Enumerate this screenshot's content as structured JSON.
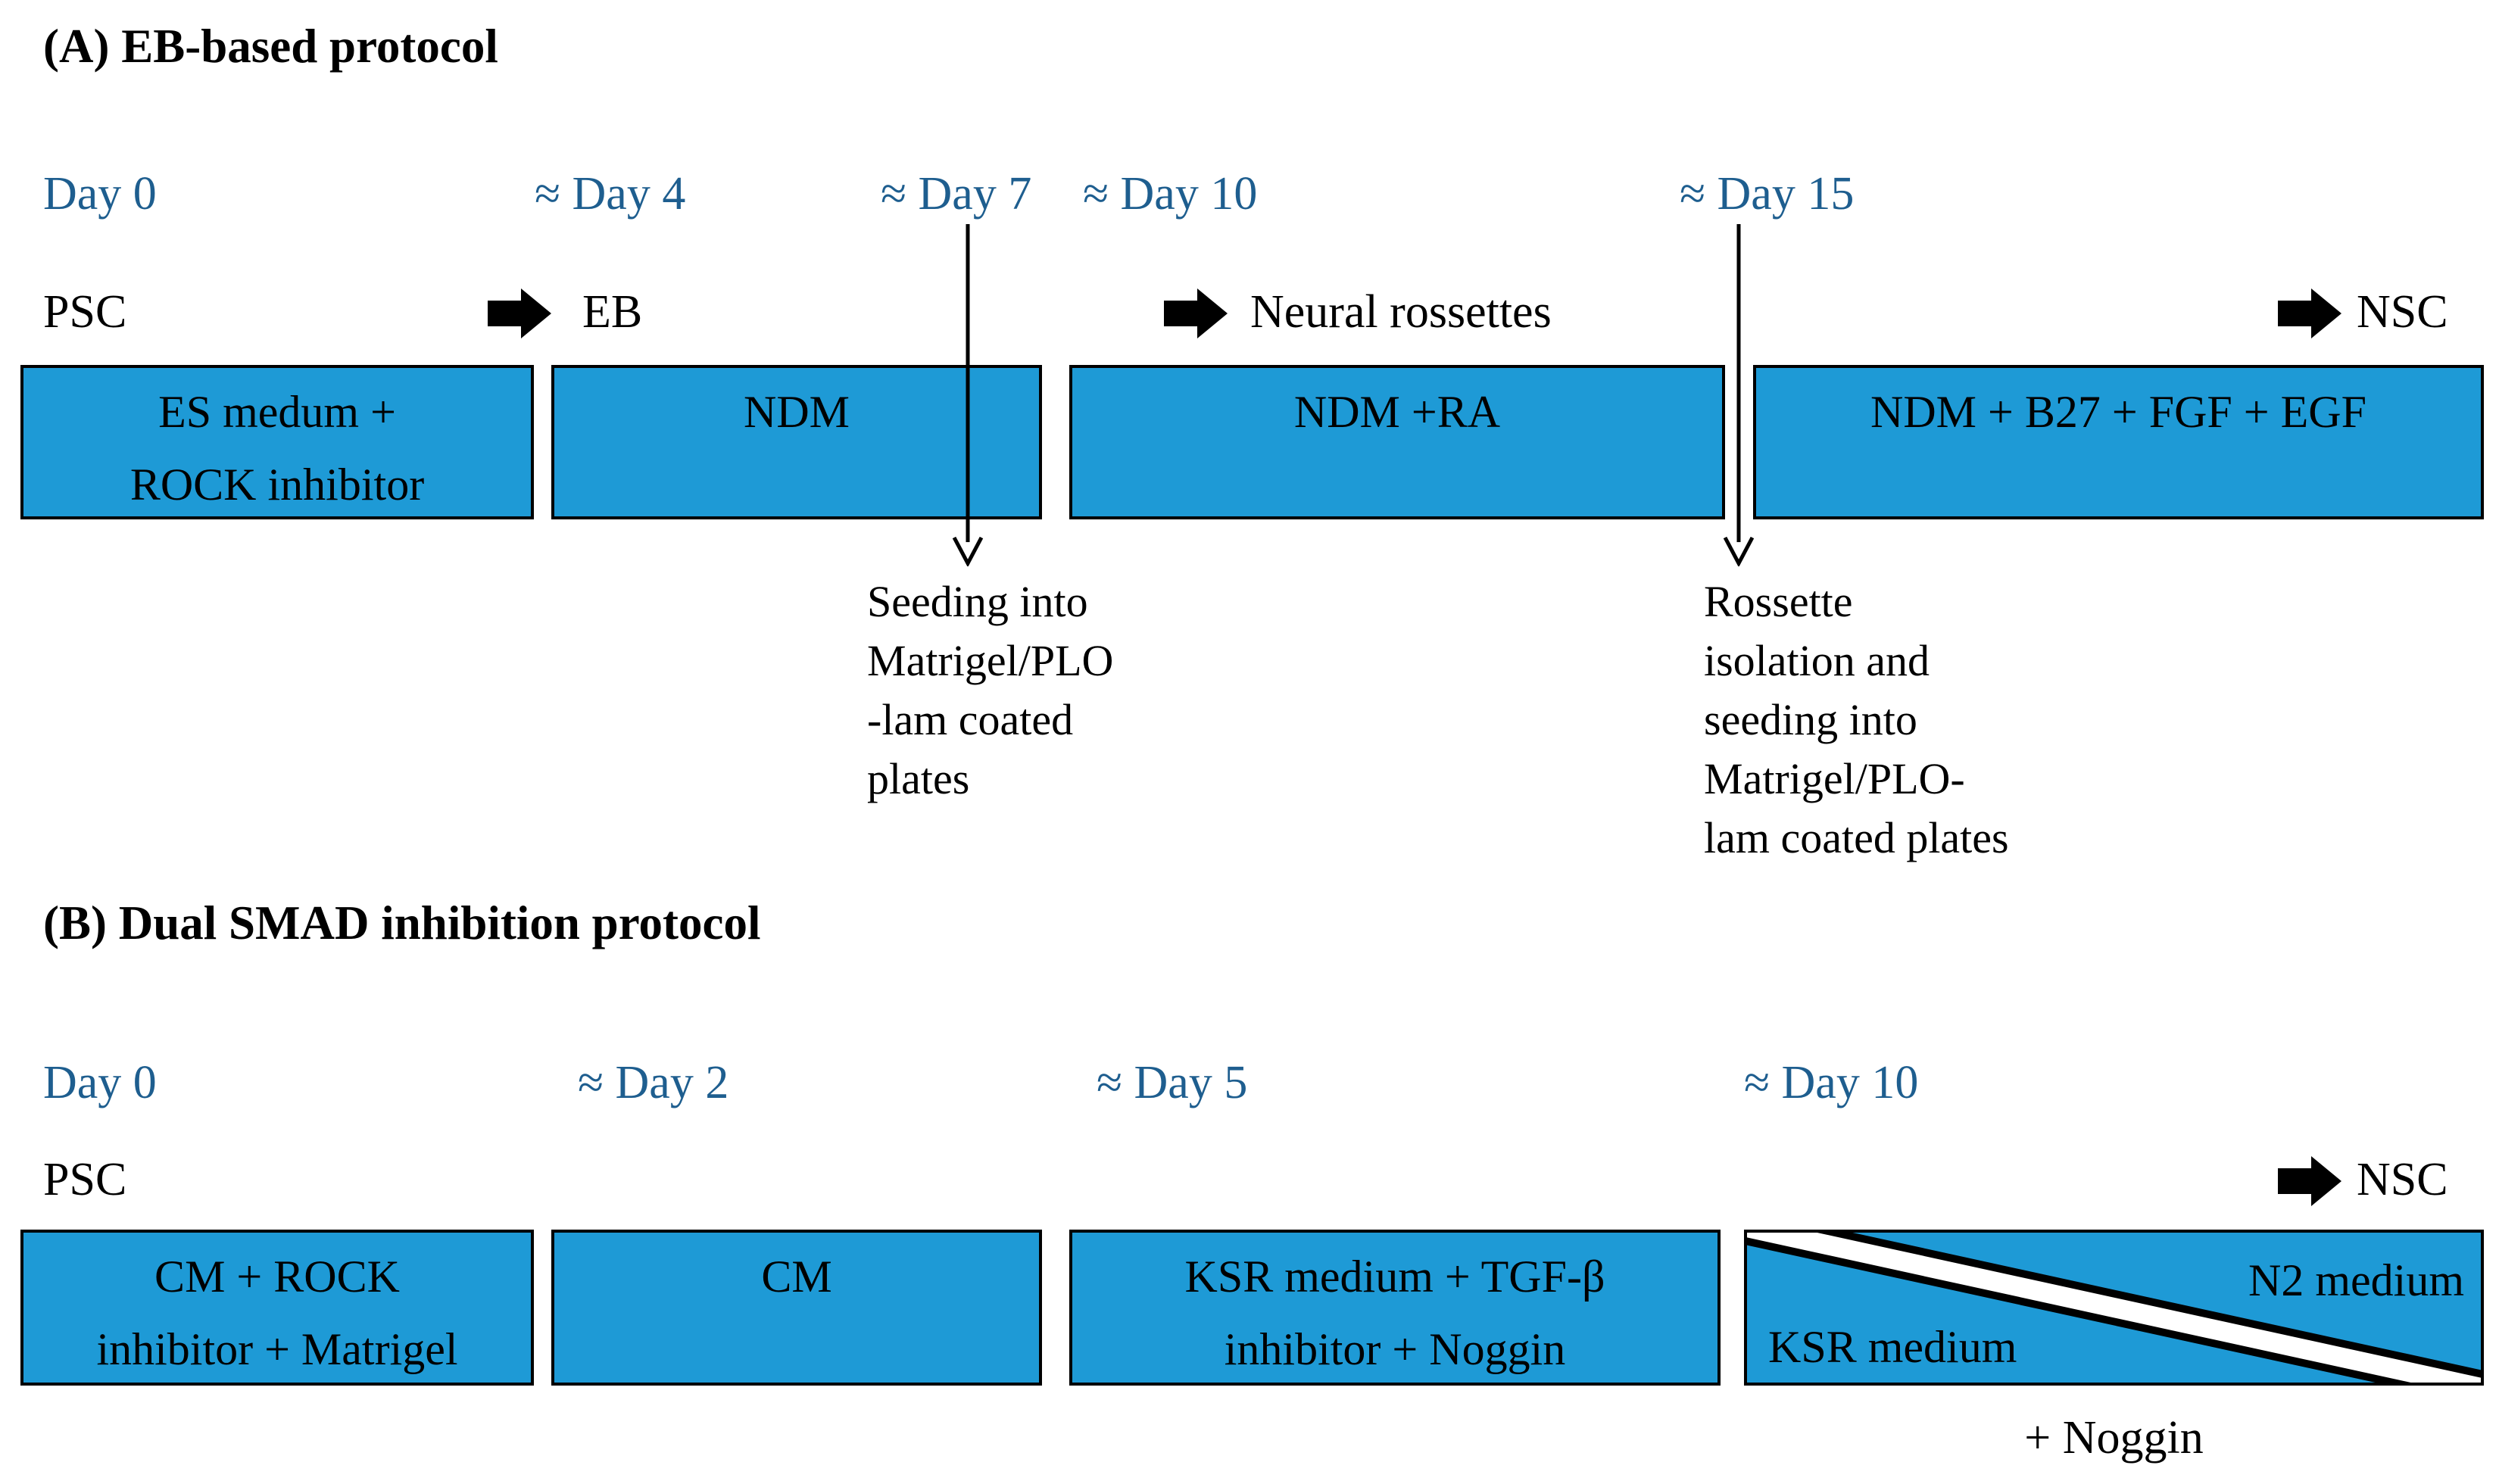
{
  "colors": {
    "box_fill": "#1E9AD6",
    "box_border": "#000000",
    "day_label": "#1E5E8F",
    "arrow": "#000000"
  },
  "section_a": {
    "title": "(A) EB-based protocol",
    "day_labels": [
      "Day 0",
      "≈ Day 4",
      "≈ Day 7",
      "≈ Day 10",
      "≈ Day 15"
    ],
    "stages": {
      "start": "PSC",
      "eb": "EB",
      "rosettes": "Neural rossettes",
      "nsc": "NSC"
    },
    "boxes": [
      "ES medum +\nROCK inhibitor",
      "NDM",
      "NDM +RA",
      "NDM + B27 + FGF + EGF"
    ],
    "annotations": [
      "Seeding into\nMatrigel/PLO\n-lam coated\nplates",
      "Rossette\nisolation and\nseeding into\nMatrigel/PLO-\nlam coated plates"
    ]
  },
  "section_b": {
    "title": "(B) Dual SMAD inhibition protocol",
    "day_labels": [
      "Day 0",
      "≈ Day 2",
      "≈ Day 5",
      "≈ Day 10"
    ],
    "stages": {
      "start": "PSC",
      "nsc": "NSC"
    },
    "boxes": [
      "CM + ROCK\ninhibitor + Matrigel",
      "CM",
      "KSR medium + TGF-β\ninhibitor + Noggin"
    ],
    "split_box": {
      "top_right": "N2 medium",
      "bottom_left": "KSR medium",
      "below": "+ Noggin"
    }
  }
}
